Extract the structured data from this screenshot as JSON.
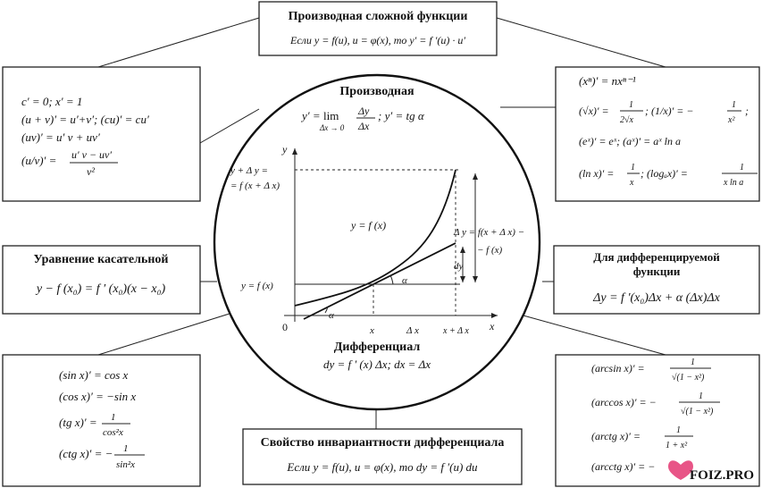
{
  "center": {
    "title": "Производная",
    "definition_lhs": "y′ =",
    "lim": "lim",
    "lim_sub": "Δx → 0",
    "frac_num": "Δy",
    "frac_den": "Δx",
    "tg": "; y′ = tg α",
    "differential_title": "Дифференциал",
    "differential_formula": "dy = f ′ (x) Δx; dx = Δx"
  },
  "top_box": {
    "title": "Производная сложной функции",
    "formula": "Если y = f(u), u = φ(x), то y′ = f ′(u) · u′"
  },
  "left_top": {
    "l1": "c′ = 0;   x′ = 1",
    "l2": "(u + v)′ = u′+v′;   (cu)′ = cu′",
    "l3": "(uv)′ = u′ v + uv′",
    "l4_lhs": "(u/v)′ =",
    "l4_num": "u′ v − uv′",
    "l4_den": "v²"
  },
  "left_mid": {
    "title": "Уравнение касательной",
    "formula": "y − f (x₀) = f ′ (x₀)(x − x₀)"
  },
  "left_bottom": {
    "l1_lhs": "(sin x)′ = cos x",
    "l2_lhs": "(cos x)′ = −sin x",
    "l3_lhs": "(tg x)′ =",
    "l3_num": "1",
    "l3_den": "cos²x",
    "l4_lhs": "(ctg x)′ = −",
    "l4_num": "1",
    "l4_den": "sin²x"
  },
  "right_top": {
    "l1": "(xⁿ)′ = nxⁿ⁻¹",
    "l2a_lhs": "(√x)′ =",
    "l2a_num": "1",
    "l2a_den": "2√x",
    "l2b_lhs": ";  (1/x)′ = −",
    "l2b_num": "1",
    "l2b_den": "x²",
    "l2b_end": ";",
    "l3": "(eˣ)′ = eˣ;   (aˣ)′ = aˣ ln a",
    "l4a_lhs": "(ln x)′ =",
    "l4a_num": "1",
    "l4a_den": "x",
    "l4b_lhs": ";  (logₐx)′ =",
    "l4b_num": "1",
    "l4b_den": "x ln a"
  },
  "right_mid": {
    "title1": "Для дифференцируемой",
    "title2": "функции",
    "formula": "Δy = f ′(x₀)Δx + α (Δx)Δx"
  },
  "right_bottom": {
    "l1_lhs": "(arcsin x)′ =",
    "l1_num": "1",
    "l1_den": "√(1 − x²)",
    "l2_lhs": "(arccos x)′ = −",
    "l2_num": "1",
    "l2_den": "√(1 − x²)",
    "l3_lhs": "(arctg x)′ =",
    "l3_num": "1",
    "l3_den": "1 + x²",
    "l4_lhs": "(arcctg x)′ = −"
  },
  "bottom_box": {
    "title": "Свойство инвариантности дифференциала",
    "formula": "Если y = f(u), u = φ(x), то dy = f ′(u) du"
  },
  "graph": {
    "y_axis": "y",
    "x_axis": "x",
    "origin": "0",
    "lbl_ydy1": "y + Δ y =",
    "lbl_ydy2": "= f (x + Δ x)",
    "lbl_fx": "y = f (x)",
    "lbl_curve": "y = f (x)",
    "lbl_alpha1": "α",
    "lbl_alpha2": "α",
    "lbl_x": "x",
    "lbl_dx": "Δ x",
    "lbl_xdx": "x + Δ x",
    "lbl_dy": "dy",
    "lbl_Dy1": "Δ y = f(x + Δ x) −",
    "lbl_Dy2": "− f (x)"
  },
  "watermark": {
    "text": "FOIZ.PRO",
    "color": "#e6427a"
  }
}
